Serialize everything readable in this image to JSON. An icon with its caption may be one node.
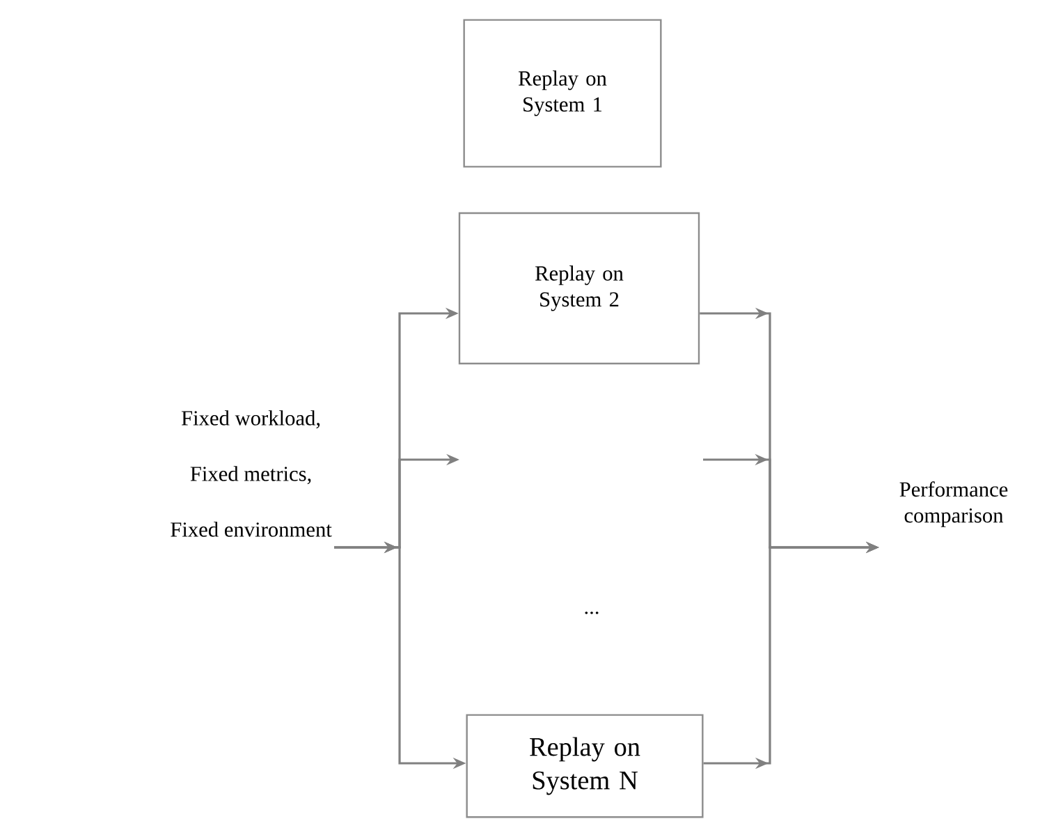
{
  "diagram": {
    "nodes": [
      {
        "text": [
          "Replay on System 1"
        ]
      },
      {
        "text": [
          "Replay on System 2"
        ]
      },
      {
        "text": [
          "Fixed workload,",
          "Fixed metrics,",
          "Fixed environment"
        ]
      },
      {
        "text": [
          "Replay on System N"
        ]
      },
      {
        "text": [
          "Performance comparison"
        ]
      }
    ],
    "edges": [
      {
        "from": 2,
        "to": 1,
        "arrow": "to"
      },
      {
        "from": 2,
        "to": null,
        "arrow": "to"
      },
      {
        "from": 2,
        "to": 3,
        "arrow": "to"
      },
      {
        "from": 1,
        "to": 4,
        "arrow": "to"
      },
      {
        "from": null,
        "to": 4,
        "arrow": "to"
      },
      {
        "from": 3,
        "to": 4,
        "arrow": "to"
      }
    ],
    "labels": [
      "..."
    ]
  }
}
